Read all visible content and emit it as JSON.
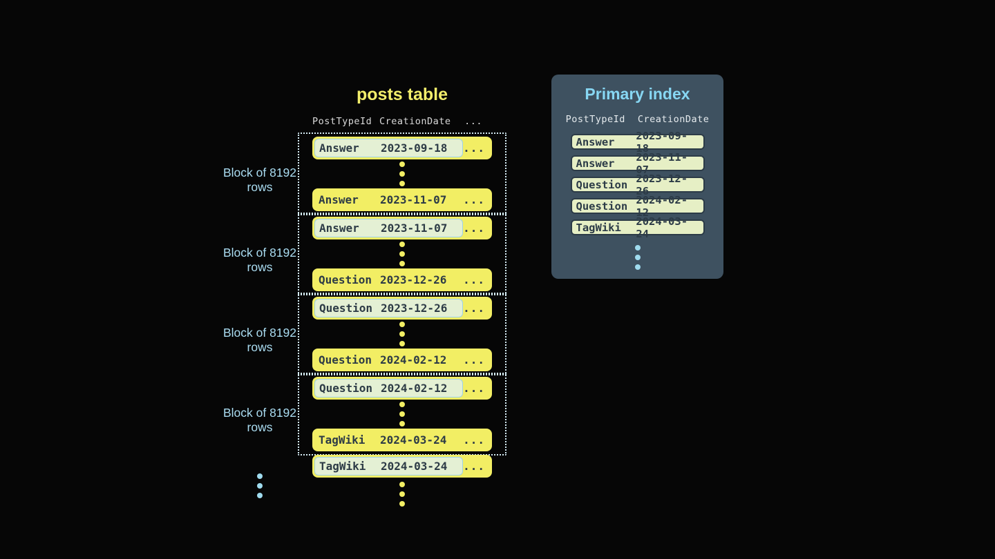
{
  "posts_table": {
    "title": "posts table",
    "headers": {
      "col1": "PostTypeId",
      "col2": "CreationDate",
      "col3": "..."
    },
    "block_label": "Block of 8192 rows",
    "row_ellipsis": "...",
    "blocks": [
      {
        "first": {
          "type": "Answer",
          "date": "2023-09-18"
        },
        "last": {
          "type": "Answer",
          "date": "2023-11-07"
        }
      },
      {
        "first": {
          "type": "Answer",
          "date": "2023-11-07"
        },
        "last": {
          "type": "Question",
          "date": "2023-12-26"
        }
      },
      {
        "first": {
          "type": "Question",
          "date": "2023-12-26"
        },
        "last": {
          "type": "Question",
          "date": "2024-02-12"
        }
      },
      {
        "first": {
          "type": "Question",
          "date": "2024-02-12"
        },
        "last": {
          "type": "TagWiki",
          "date": "2024-03-24"
        }
      }
    ],
    "overflow_row": {
      "type": "TagWiki",
      "date": "2024-03-24"
    }
  },
  "primary_index": {
    "title": "Primary index",
    "headers": {
      "col1": "PostTypeId",
      "col2": "CreationDate"
    },
    "rows": [
      {
        "type": "Answer",
        "date": "2023-09-18"
      },
      {
        "type": "Answer",
        "date": "2023-11-07"
      },
      {
        "type": "Question",
        "date": "2023-12-26"
      },
      {
        "type": "Question",
        "date": "2024-02-12"
      },
      {
        "type": "TagWiki",
        "date": "2024-03-24"
      }
    ]
  },
  "colors": {
    "background": "#060606",
    "row_yellow": "#f2ee64",
    "dark_text": "#2d3b46",
    "label_blue": "#aadcf1",
    "dotted_border": "#d6edf6",
    "highlight_pill_bg": "#e4f0d4",
    "highlight_pill_border": "#9fd2e6",
    "panel_bg": "#3e5160",
    "panel_title_blue": "#87d7f3",
    "index_row_bg": "#e6efc5"
  }
}
